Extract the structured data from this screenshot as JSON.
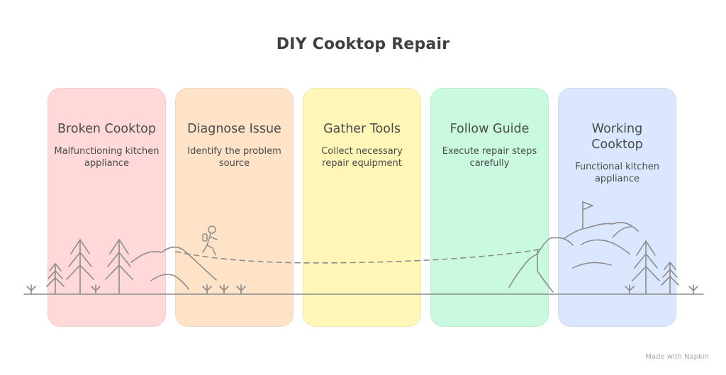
{
  "title": "DIY Cooktop Repair",
  "steps": [
    {
      "label": "Broken Cooktop",
      "description": "Malfunctioning kitchen appliance",
      "color": "#ffd9d9"
    },
    {
      "label": "Diagnose Issue",
      "description": "Identify the problem source",
      "color": "#ffe3c9"
    },
    {
      "label": "Gather Tools",
      "description": "Collect necessary repair equipment",
      "color": "#fff6b8"
    },
    {
      "label": "Follow Guide",
      "description": "Execute repair steps carefully",
      "color": "#c9f9df"
    },
    {
      "label": "Working Cooktop",
      "description": "Functional kitchen appliance",
      "color": "#dbe7ff"
    }
  ],
  "watermark": "Made with Napkin",
  "icons": [
    "tree-icon",
    "hiker-icon",
    "mountain-icon",
    "flag-icon",
    "grass-icon"
  ]
}
